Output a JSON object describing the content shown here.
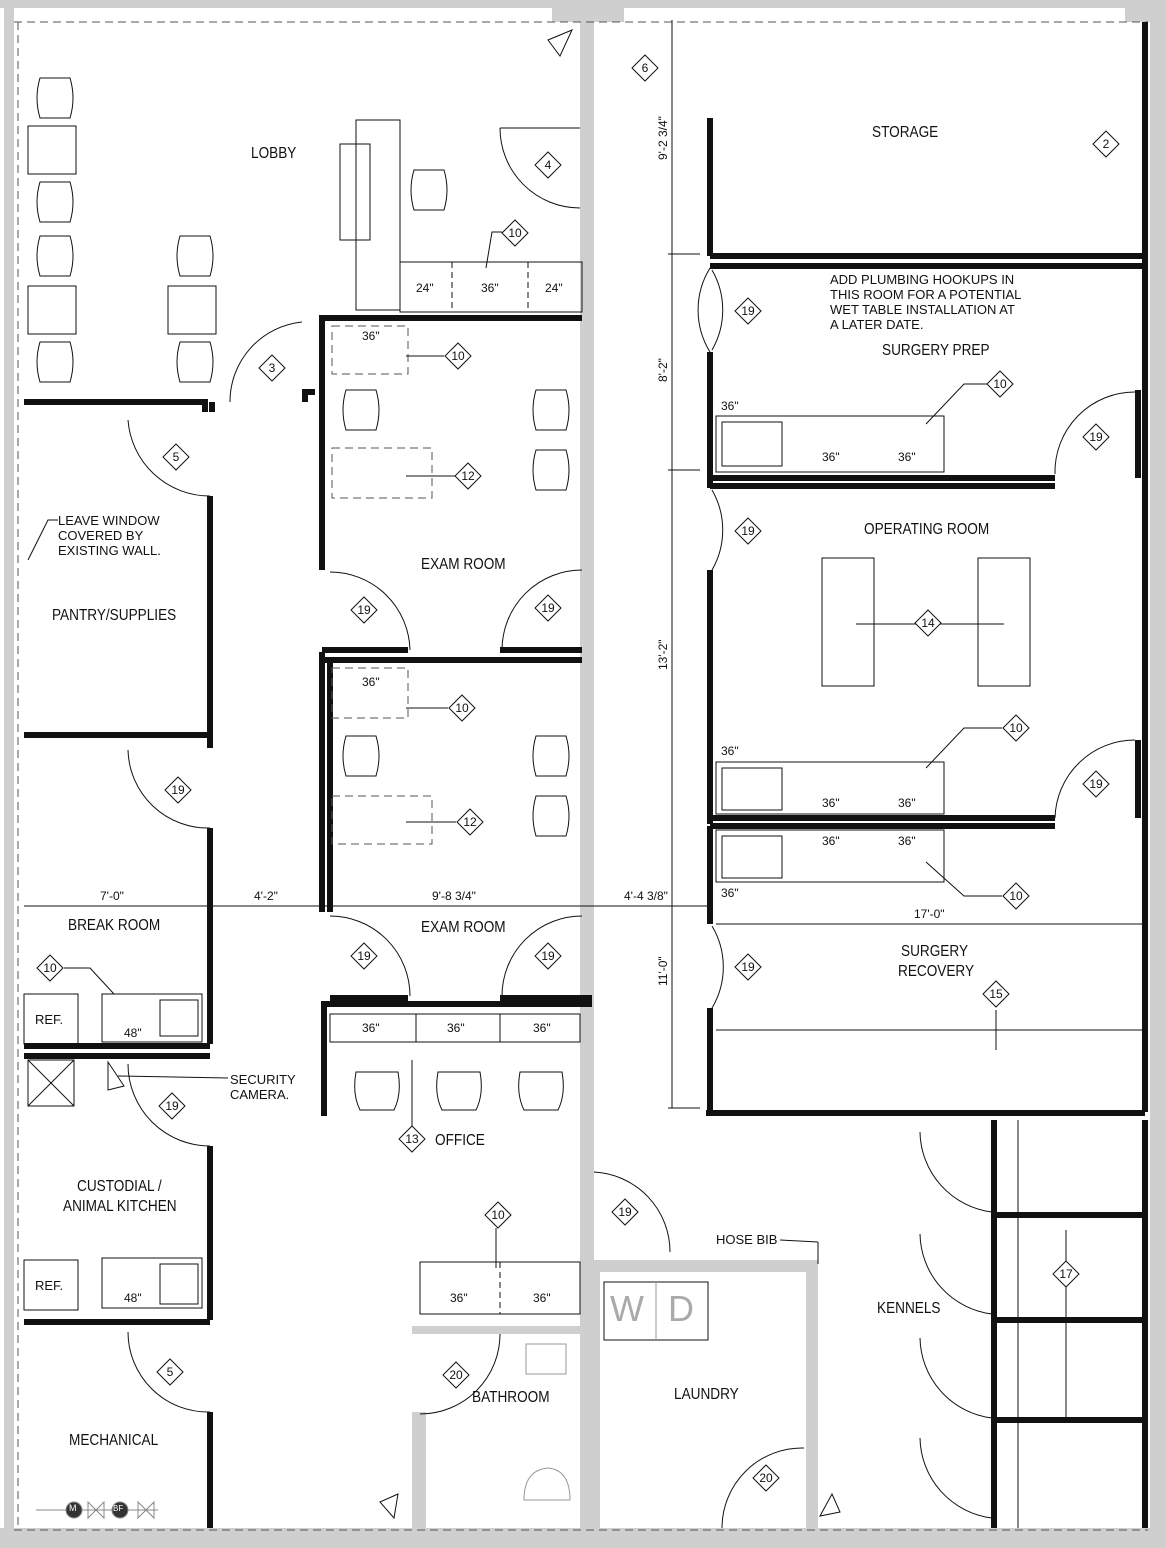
{
  "rooms": {
    "lobby": "LOBBY",
    "storage": "STORAGE",
    "surgery_prep": "SURGERY PREP",
    "exam_room_1": "EXAM ROOM",
    "pantry": "PANTRY/SUPPLIES",
    "operating_room": "OPERATING ROOM",
    "break_room": "BREAK ROOM",
    "exam_room_2": "EXAM ROOM",
    "surgery_recovery_1": "SURGERY",
    "surgery_recovery_2": "RECOVERY",
    "office": "OFFICE",
    "custodial_1": "CUSTODIAL /",
    "custodial_2": "ANIMAL KITCHEN",
    "kennels": "KENNELS",
    "laundry": "LAUNDRY",
    "bathroom": "BATHROOM",
    "mechanical": "MECHANICAL"
  },
  "notes": {
    "plumbing_1": "ADD PLUMBING HOOKUPS IN",
    "plumbing_2": "THIS ROOM FOR A POTENTIAL",
    "plumbing_3": "WET TABLE INSTALLATION AT",
    "plumbing_4": "A LATER DATE.",
    "window_1": "LEAVE WINDOW",
    "window_2": "COVERED BY",
    "window_3": "EXISTING WALL.",
    "security_1": "SECURITY",
    "security_2": "CAMERA.",
    "hose_bib": "HOSE BIB"
  },
  "appliances": {
    "ref": "REF.",
    "washer": "W",
    "dryer": "D"
  },
  "dimensions": {
    "storage_h": "9'-2 3/4\"",
    "prep_h": "8'-2\"",
    "or_h": "13'-2\"",
    "recovery_h": "11'-0\"",
    "break_w": "7'-0\"",
    "corridor_w": "4'-2\"",
    "exam_w": "9'-8 3/4\"",
    "corridor2_w": "4'-4 3/8\"",
    "surgery_w": "17'-0\"",
    "c24": "24\"",
    "c36": "36\"",
    "c48": "48\""
  },
  "tags": {
    "t2": "2",
    "t3": "3",
    "t4": "4",
    "t5": "5",
    "t6": "6",
    "t10": "10",
    "t12": "12",
    "t13": "13",
    "t14": "14",
    "t15": "15",
    "t17": "17",
    "t19": "19",
    "t20": "20"
  },
  "symbols": {
    "m": "M",
    "bf": "BF"
  }
}
